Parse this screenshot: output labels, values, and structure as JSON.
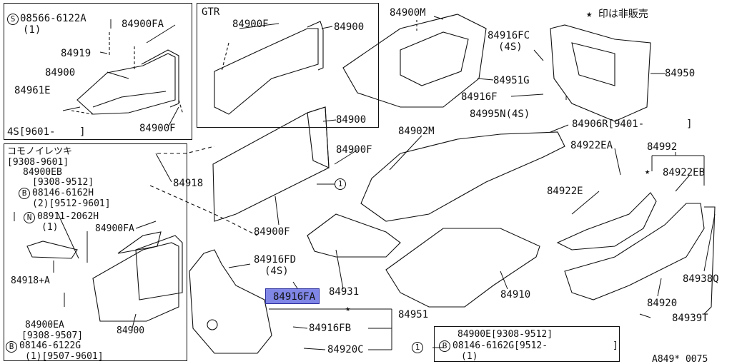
{
  "header": {
    "legend": "★ 印は非販売",
    "gtr": "GTR",
    "drawing_id": "A849* 0075"
  },
  "topleft_box": {
    "s_code": "08566-6122A",
    "s_qty": "(1)",
    "prefix_s": "S",
    "p1": "84900FA",
    "p2": "84919",
    "p3": "84900",
    "p4": "84961E",
    "p5": "84900F",
    "note": "4S[9601-    ]"
  },
  "gtr_box": {
    "p1": "84900F",
    "p2": "84900"
  },
  "left_box": {
    "title": "コモノイレツキ",
    "date": "[9308-9601]",
    "l1": "84900EB",
    "l1d": "[9308-9512]",
    "b_code": "08146-6162H",
    "b_qty": "(2)[9512-9601]",
    "prefix_b": "B",
    "n_code": "08911-2062H",
    "n_qty": "(1)",
    "prefix_n": "N",
    "p_fa": "84900FA",
    "p_918a": "84918+A",
    "p_ea": "84900EA",
    "p_ea_d": "[9308-9507]",
    "b2_code": "08146-6122G",
    "b2_qty": "(1)[9507-9601]",
    "p_900": "84900"
  },
  "parts": {
    "m900M": "84900M",
    "m916fc": "84916FC",
    "m916fc_q": "(4S)",
    "m951g": "84951G",
    "m916f": "84916F",
    "m995n": "84995N(4S)",
    "m950": "84950",
    "m900c": "84900",
    "m900f_c": "84900F",
    "m918": "84918",
    "m900f_b": "84900F",
    "m902M": "84902M",
    "m906r": "84906R[9401-       ]",
    "m922ea": "84922EA",
    "m992": "84992",
    "m922eb": "84922EB",
    "m922e": "84922E",
    "m938q": "84938Q",
    "m920": "84920",
    "m939t": "84939T",
    "m931": "84931",
    "m910": "84910",
    "m916fd": "84916FD",
    "m916fd_q": "(4S)",
    "m916fa": "84916FA",
    "m951": "84951",
    "m916fb": "84916FB",
    "m920c": "84920C",
    "circle1": "1",
    "star": "★"
  },
  "footnote": {
    "circle": "1",
    "l1": "84900E[9308-9512]",
    "prefix_b": "B",
    "code": "08146-6162G[9512-",
    "qty": "(1)",
    "bracket": "]"
  },
  "colors": {
    "ink": "#111111",
    "highlight": "#7f86e6",
    "highlight_border": "#2c2f9e"
  }
}
